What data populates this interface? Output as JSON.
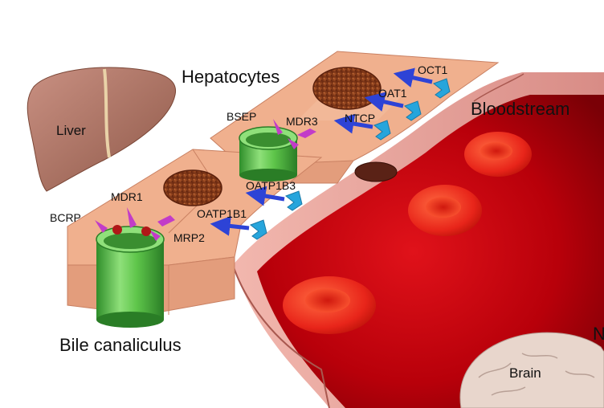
{
  "labels": {
    "hepatocytes": "Hepatocytes",
    "bloodstream": "Bloodstream",
    "bile_canaliculus": "Bile canaliculus",
    "liver": "Liver",
    "brain": "Brain",
    "edge_letter": "N"
  },
  "transporters": {
    "oct1": "OCT1",
    "oat1": "OAT1",
    "ntcp": "NTCP",
    "oatp1b3": "OATP1B3",
    "oatp1b1": "OATP1B1",
    "bsep": "BSEP",
    "mdr3": "MDR3",
    "mdr1": "MDR1",
    "bcrp": "BCRP",
    "mrp2": "MRP2"
  },
  "colors": {
    "cell": "#f0b08e",
    "cell_edge": "#c98062",
    "nucleus": "#8a3f1e",
    "vessel_wall": "#e8a6a0",
    "blood": "#c8000c",
    "red_cell": "#e8251a",
    "canaliculus": "#5ec54a",
    "uptake_transporter": "#26a5dc",
    "arrow": "#2d43d6",
    "efflux_transporter": "#c23cc8",
    "liver": "#b07868",
    "brain": "#e8d6cc"
  }
}
